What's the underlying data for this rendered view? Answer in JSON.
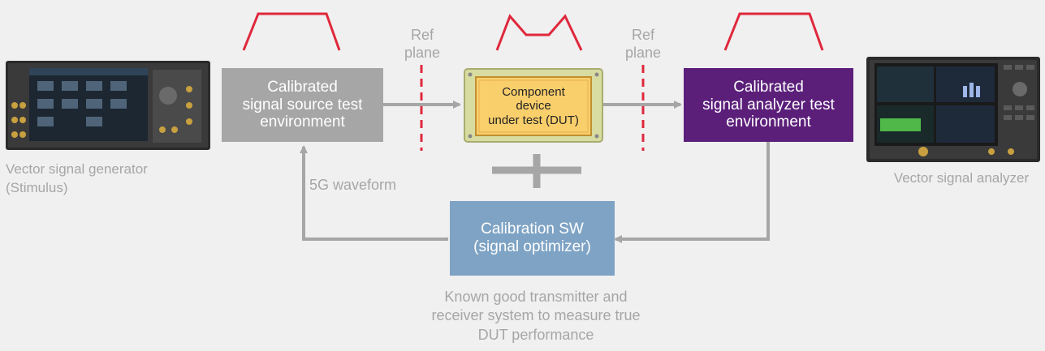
{
  "colors": {
    "background": "#f0f0f0",
    "source_box": "#a6a6a6",
    "analyzer_box": "#5b1f7a",
    "calibration_box": "#7ea3c4",
    "dut_board": "#d8dca0",
    "dut_inner": "#f9cf6c",
    "spectrum_red": "#e0283c",
    "ref_plane": "#e0283c",
    "arrow": "#a6a6a6",
    "label_gray": "#a6a6a6"
  },
  "instruments": {
    "generator_label": "Vector signal generator\n(Stimulus)",
    "analyzer_label": "Vector signal analyzer"
  },
  "boxes": {
    "source": "Calibrated\nsignal source test\nenvironment",
    "dut": "Component\ndevice\nunder test (DUT)",
    "analyzer": "Calibrated\nsignal analyzer test\nenvironment",
    "calibration": "Calibration SW\n(signal optimizer)"
  },
  "ref_planes": [
    {
      "text": "Ref\nplane"
    },
    {
      "text": "Ref\nplane"
    }
  ],
  "waveform_label": "5G waveform",
  "footer_note": "Known good transmitter and\nreceiver system to measure true\nDUT performance",
  "icons": [
    "spectrum-flat-icon",
    "spectrum-distorted-icon",
    "plus-icon",
    "ref-plane-line-icon"
  ]
}
